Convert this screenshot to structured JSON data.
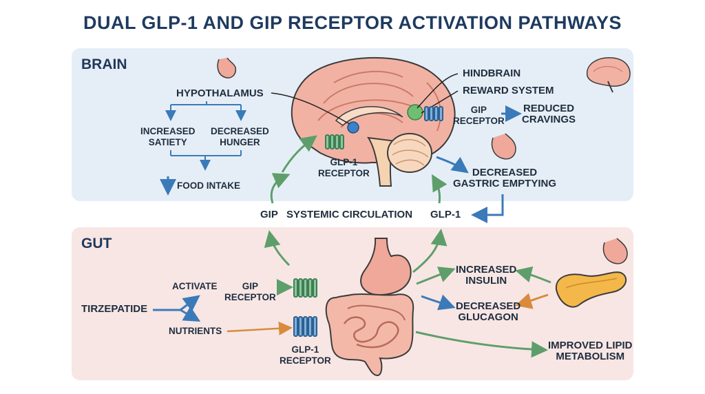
{
  "title": "DUAL GLP-1 AND GIP RECEPTOR ACTIVATION PATHWAYS",
  "brain": {
    "heading": "BRAIN",
    "hypothalamus": "HYPOTHALAMUS",
    "increased_satiety": "INCREASED\nSATIETY",
    "decreased_hunger": "DECREASED\nHUNGER",
    "food_intake": "FOOD INTAKE",
    "glp1_receptor": "GLP-1\nRECEPTOR",
    "hindbrain": "HINDBRAIN",
    "reward_system": "REWARD SYSTEM",
    "gip_receptor": "GIP\nRECEPTOR",
    "reduced_cravings": "REDUCED\nCRAVINGS",
    "decreased_gastric_emptying": "DECREASED\nGASTRIC EMPTYING"
  },
  "circulation": {
    "gip": "GIP",
    "systemic": "SYSTEMIC CIRCULATION",
    "glp1": "GLP-1"
  },
  "gut": {
    "heading": "GUT",
    "tirzepatide": "TIRZEPATIDE",
    "activate": "ACTIVATE",
    "nutrients": "NUTRIENTS",
    "gip_receptor": "GIP\nRECEPTOR",
    "glp1_receptor": "GLP-1\nRECEPTOR",
    "increased_insulin": "INCREASED\nINSULIN",
    "decreased_glucagon": "DECREASED\nGLUCAGON",
    "improved_lipid": "IMPROVED LIPID\nMETABOLISM"
  },
  "colors": {
    "green_arrow": "#5e9e6a",
    "blue_arrow": "#3b7ab8",
    "orange_arrow": "#d98a3c",
    "organ_pink": "#f0a89a",
    "receptor_green": "#5c9a70",
    "receptor_blue": "#4a84b8"
  }
}
